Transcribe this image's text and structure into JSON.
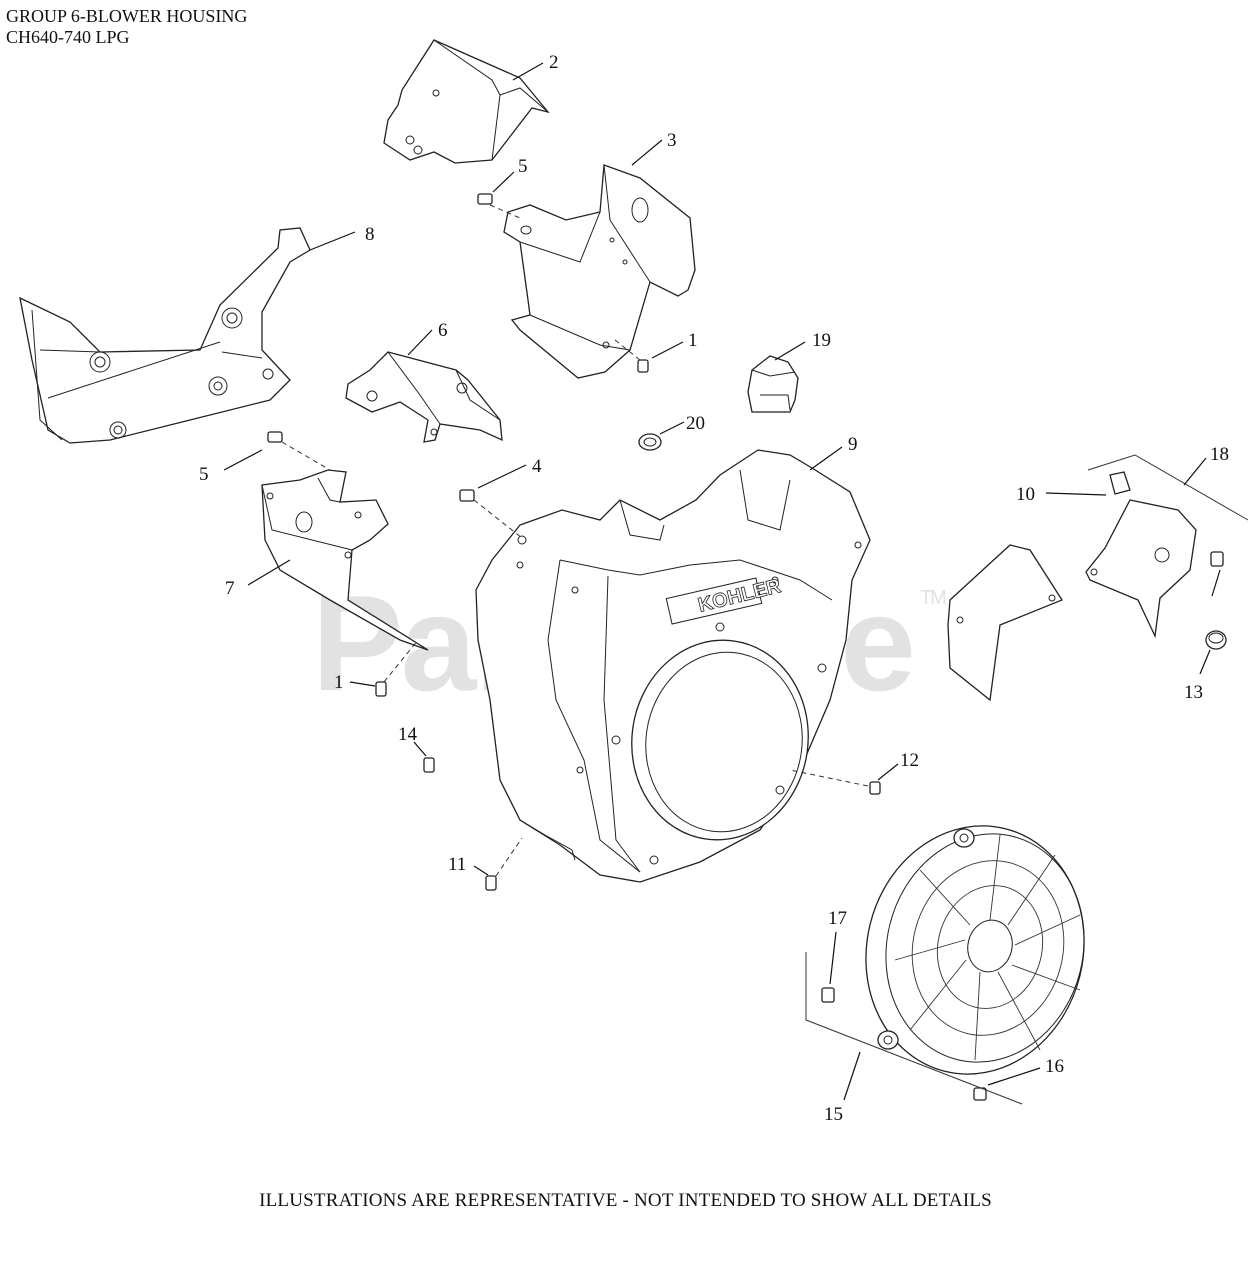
{
  "header": {
    "title_line1": "GROUP 6-BLOWER HOUSING",
    "title_line2": "CH640-740 LPG"
  },
  "footer": {
    "note": "ILLUSTRATIONS ARE REPRESENTATIVE - NOT INTENDED TO SHOW ALL DETAILS"
  },
  "watermark": {
    "text": "PartsTree",
    "tm": "TM"
  },
  "housing_logo": "KOHLER",
  "callouts": {
    "c1a": "1",
    "c1b": "1",
    "c2": "2",
    "c3": "3",
    "c4": "4",
    "c5a": "5",
    "c5b": "5",
    "c6": "6",
    "c7": "7",
    "c8": "8",
    "c9": "9",
    "c10": "10",
    "c11": "11",
    "c12": "12",
    "c13": "13",
    "c14": "14",
    "c15": "15",
    "c16": "16",
    "c17": "17",
    "c18": "18",
    "c19": "19",
    "c20": "20"
  }
}
